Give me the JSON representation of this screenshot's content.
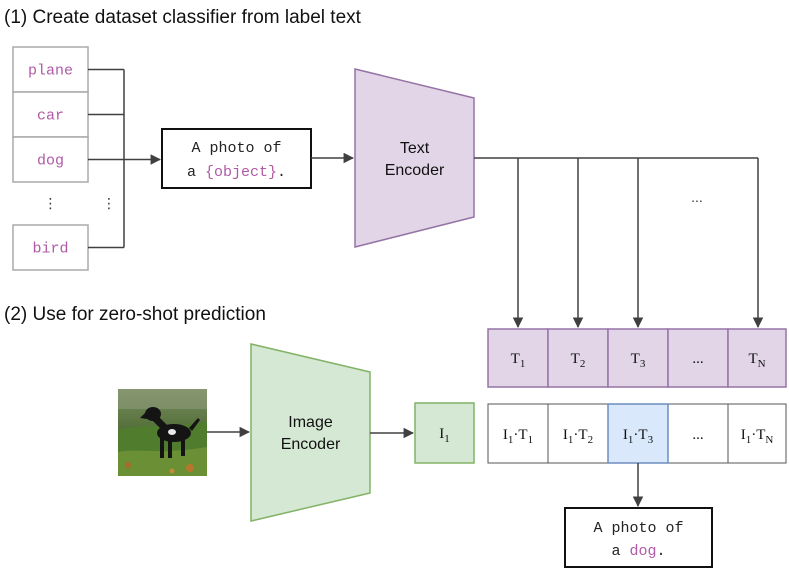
{
  "step1_title": "(1) Create dataset classifier from label text",
  "step2_title": "(2) Use for zero-shot prediction",
  "labels": [
    "plane",
    "car",
    "dog",
    "bird"
  ],
  "vertical_ellipsis": "⋮",
  "prompt_template": {
    "line1": "A photo of",
    "line2_prefix": "a ",
    "placeholder": "{object}",
    "line2_suffix": "."
  },
  "text_encoder": {
    "line1": "Text",
    "line2": "Encoder"
  },
  "image_encoder": {
    "line1": "Image",
    "line2": "Encoder"
  },
  "ellipsis": "...",
  "text_embeddings": [
    {
      "base": "T",
      "sub": "1"
    },
    {
      "base": "T",
      "sub": "2"
    },
    {
      "base": "T",
      "sub": "3"
    },
    {
      "base": "...",
      "sub": ""
    },
    {
      "base": "T",
      "sub": "N"
    }
  ],
  "image_embedding": {
    "base": "I",
    "sub": "1"
  },
  "dot_products": [
    {
      "a": "I",
      "a_sub": "1",
      "op": "·",
      "b": "T",
      "b_sub": "1",
      "highlight": false
    },
    {
      "a": "I",
      "a_sub": "1",
      "op": "·",
      "b": "T",
      "b_sub": "2",
      "highlight": false
    },
    {
      "a": "I",
      "a_sub": "1",
      "op": "·",
      "b": "T",
      "b_sub": "3",
      "highlight": true
    },
    {
      "a": "",
      "a_sub": "",
      "op": "...",
      "b": "",
      "b_sub": "",
      "highlight": false
    },
    {
      "a": "I",
      "a_sub": "1",
      "op": "·",
      "b": "T",
      "b_sub": "N",
      "highlight": false
    }
  ],
  "prediction": {
    "line1": "A photo of",
    "line2_prefix": "a ",
    "label": "dog",
    "line2_suffix": "."
  },
  "colors": {
    "label_text": "#b05aa6",
    "label_border": "#aaaaaa",
    "purple_fill": "#e1d5e7",
    "purple_stroke": "#9673a6",
    "green_fill": "#d5e8d4",
    "green_stroke": "#82b366",
    "blue_fill": "#dae8fc",
    "blue_stroke": "#6c8ebf",
    "line": "#404040"
  }
}
